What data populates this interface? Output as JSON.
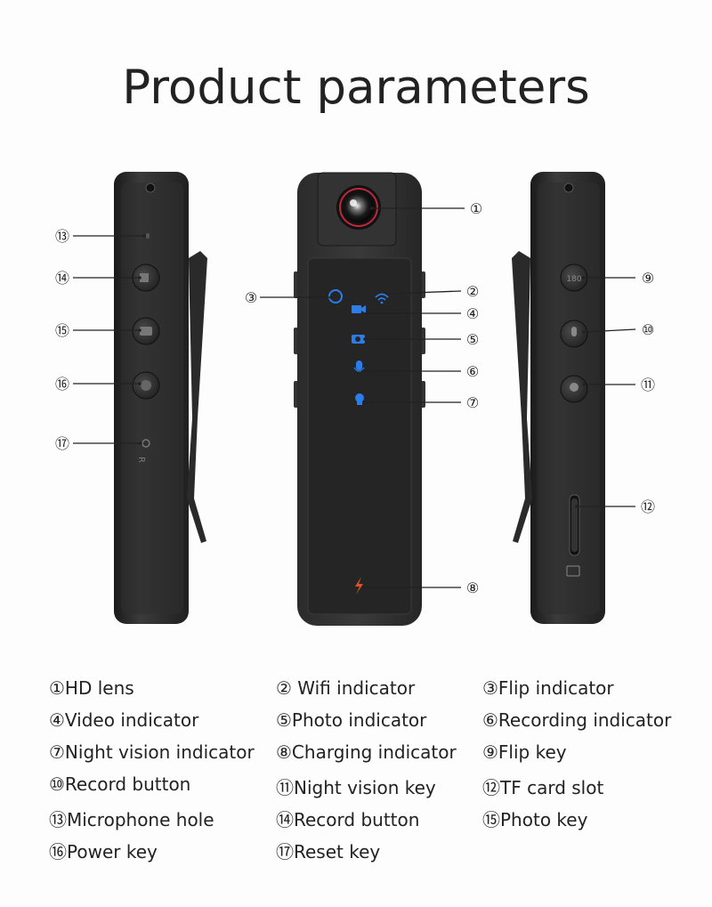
{
  "title": "Product parameters",
  "callouts": [
    "①",
    "②",
    "③",
    "④",
    "⑤",
    "⑥",
    "⑦",
    "⑧",
    "⑨",
    "⑩",
    "⑪",
    "⑫",
    "⑬",
    "⑭",
    "⑮",
    "⑯",
    "⑰"
  ],
  "reset_mark": "R",
  "legend": [
    "①HD lens",
    "② Wifi indicator",
    "③Flip indicator",
    "④Video indicator",
    "⑤Photo indicator",
    "⑥Recording indicator",
    "⑦Night vision indicator",
    "⑧Charging indicator",
    "⑨Flip key",
    "⑩Record button",
    "⑪Night vision key",
    "⑫TF card slot",
    "⑬Microphone hole",
    "⑭Record button",
    "⑮Photo key",
    "⑯Power key",
    "⑰Reset key"
  ],
  "icons": {
    "lens": "camera-lens-icon",
    "wifi": "wifi-icon",
    "flip": "flip-icon",
    "video": "video-icon",
    "photo": "camera-icon",
    "mic": "microphone-icon",
    "night": "bulb-icon",
    "charge": "lightning-icon",
    "tf": "sd-card-icon"
  },
  "colors": {
    "body": "#2a2a2a",
    "indicator": "#2b7de9",
    "charge": "#e0522a",
    "lens_ring": "#c0283a"
  }
}
